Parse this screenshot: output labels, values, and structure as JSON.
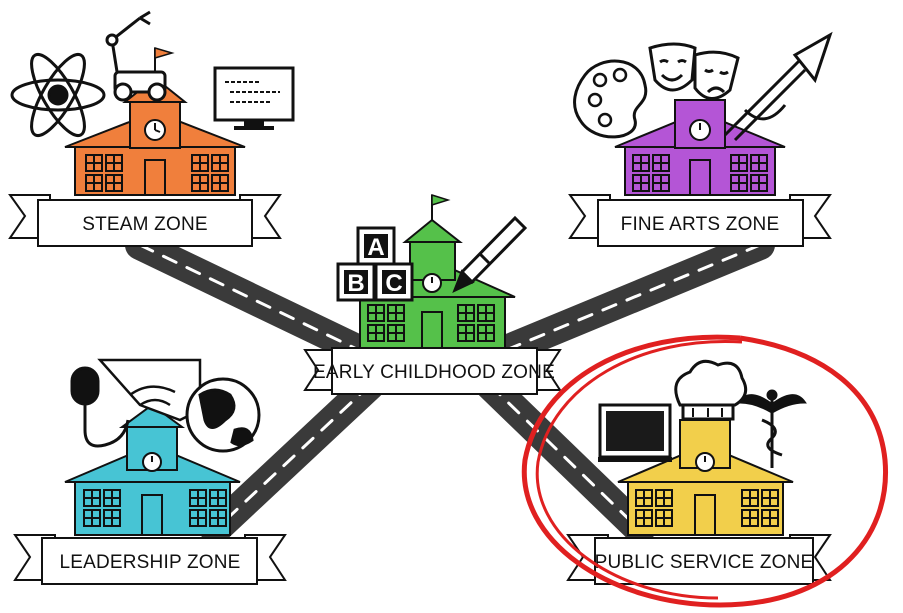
{
  "zones": [
    {
      "id": "steam",
      "label": "STEAM ZONE",
      "color": "#f07f3c",
      "icons": [
        "atom-icon",
        "robot-arm-icon",
        "code-monitor-icon"
      ]
    },
    {
      "id": "fine-arts",
      "label": "FINE ARTS ZONE",
      "color": "#b455d6",
      "icons": [
        "paint-palette-icon",
        "theater-masks-icon",
        "trumpet-icon"
      ]
    },
    {
      "id": "early-childhood",
      "label": "EARLY CHILDHOOD ZONE",
      "color": "#55c14a",
      "icons": [
        "abc-blocks-icon",
        "crayon-icon"
      ]
    },
    {
      "id": "leadership",
      "label": "LEADERSHIP ZONE",
      "color": "#47c4d4",
      "icons": [
        "microphone-icon",
        "handshake-icon",
        "globe-icon"
      ]
    },
    {
      "id": "public-service",
      "label": "PUBLIC SERVICE ZONE",
      "color": "#f2cf4b",
      "icons": [
        "chalkboard-icon",
        "chef-hat-icon",
        "caduceus-icon"
      ],
      "highlighted": true
    }
  ],
  "blocks": [
    "A",
    "B",
    "C"
  ],
  "colors": {
    "road": "#3a3a3a",
    "road_dash": "#ffffff",
    "highlight": "#e02020",
    "outline": "#111111"
  }
}
